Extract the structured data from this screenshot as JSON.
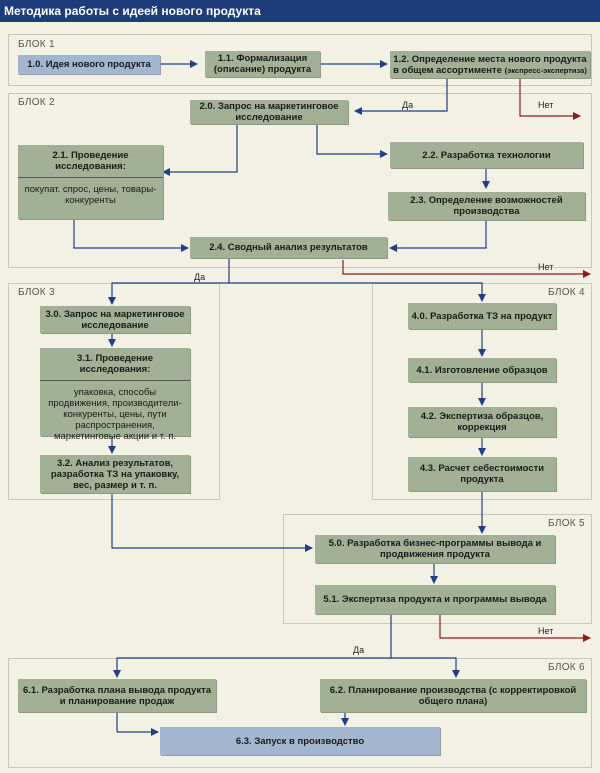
{
  "title": "Методика работы с идеей нового продукта",
  "blocks": {
    "b1": "БЛОК 1",
    "b2": "БЛОК 2",
    "b3": "БЛОК 3",
    "b4": "БЛОК 4",
    "b5": "БЛОК 5",
    "b6": "БЛОК 6"
  },
  "nodes": {
    "n10": "1.0. Идея нового продукта",
    "n11": "1.1. Формализация (описание) продукта",
    "n12a": "1.2. Определение места нового продукта в общем ассортименте ",
    "n12b": "(экспресс-экспертиза)",
    "n20": "2.0. Запрос на маркетинговое исследование",
    "n21_head": "2.1. Проведение исследования:",
    "n21_body": "покупат. спрос, цены, товары-конкуренты",
    "n22": "2.2. Разработка технологии",
    "n23": "2.3. Определение возможностей производства",
    "n24": "2.4. Сводный анализ результатов",
    "n30": "3.0. Запрос на маркетинговое исследование",
    "n31_head": "3.1. Проведение исследования:",
    "n31_body": "упаковка, способы продвижения, производители-конкуренты, цены, пути распространения, маркетинговые акции и т. п.",
    "n32": "3.2. Анализ результатов, разработка ТЗ на упаковку, вес, размер и т. п.",
    "n40": "4.0. Разработка ТЗ на продукт",
    "n41": "4.1. Изготовление образцов",
    "n42": "4.2. Экспертиза образцов, коррекция",
    "n43": "4.3. Расчет себестоимости продукта",
    "n50": "5.0. Разработка бизнес-программы вывода и продвижения продукта",
    "n51": "5.1. Экспертиза продукта и программы вывода",
    "n61": "6.1. Разработка плана вывода продукта и планирование продаж",
    "n62": "6.2. Планирование производства (с корректировкой общего плана)",
    "n63": "6.3. Запуск в производство"
  },
  "labels": {
    "yes1": "Да",
    "no1": "Нет",
    "yes2": "Да",
    "no2": "Нет",
    "no3": "Нет",
    "yes3": "Да"
  },
  "colors": {
    "header": "#1d3d7a",
    "node": "#a2b196",
    "node_blue": "#a3b6cf",
    "arrow": "#1f3f8a",
    "arrow_no": "#8b1a1a",
    "background": "#f3f1e4"
  }
}
